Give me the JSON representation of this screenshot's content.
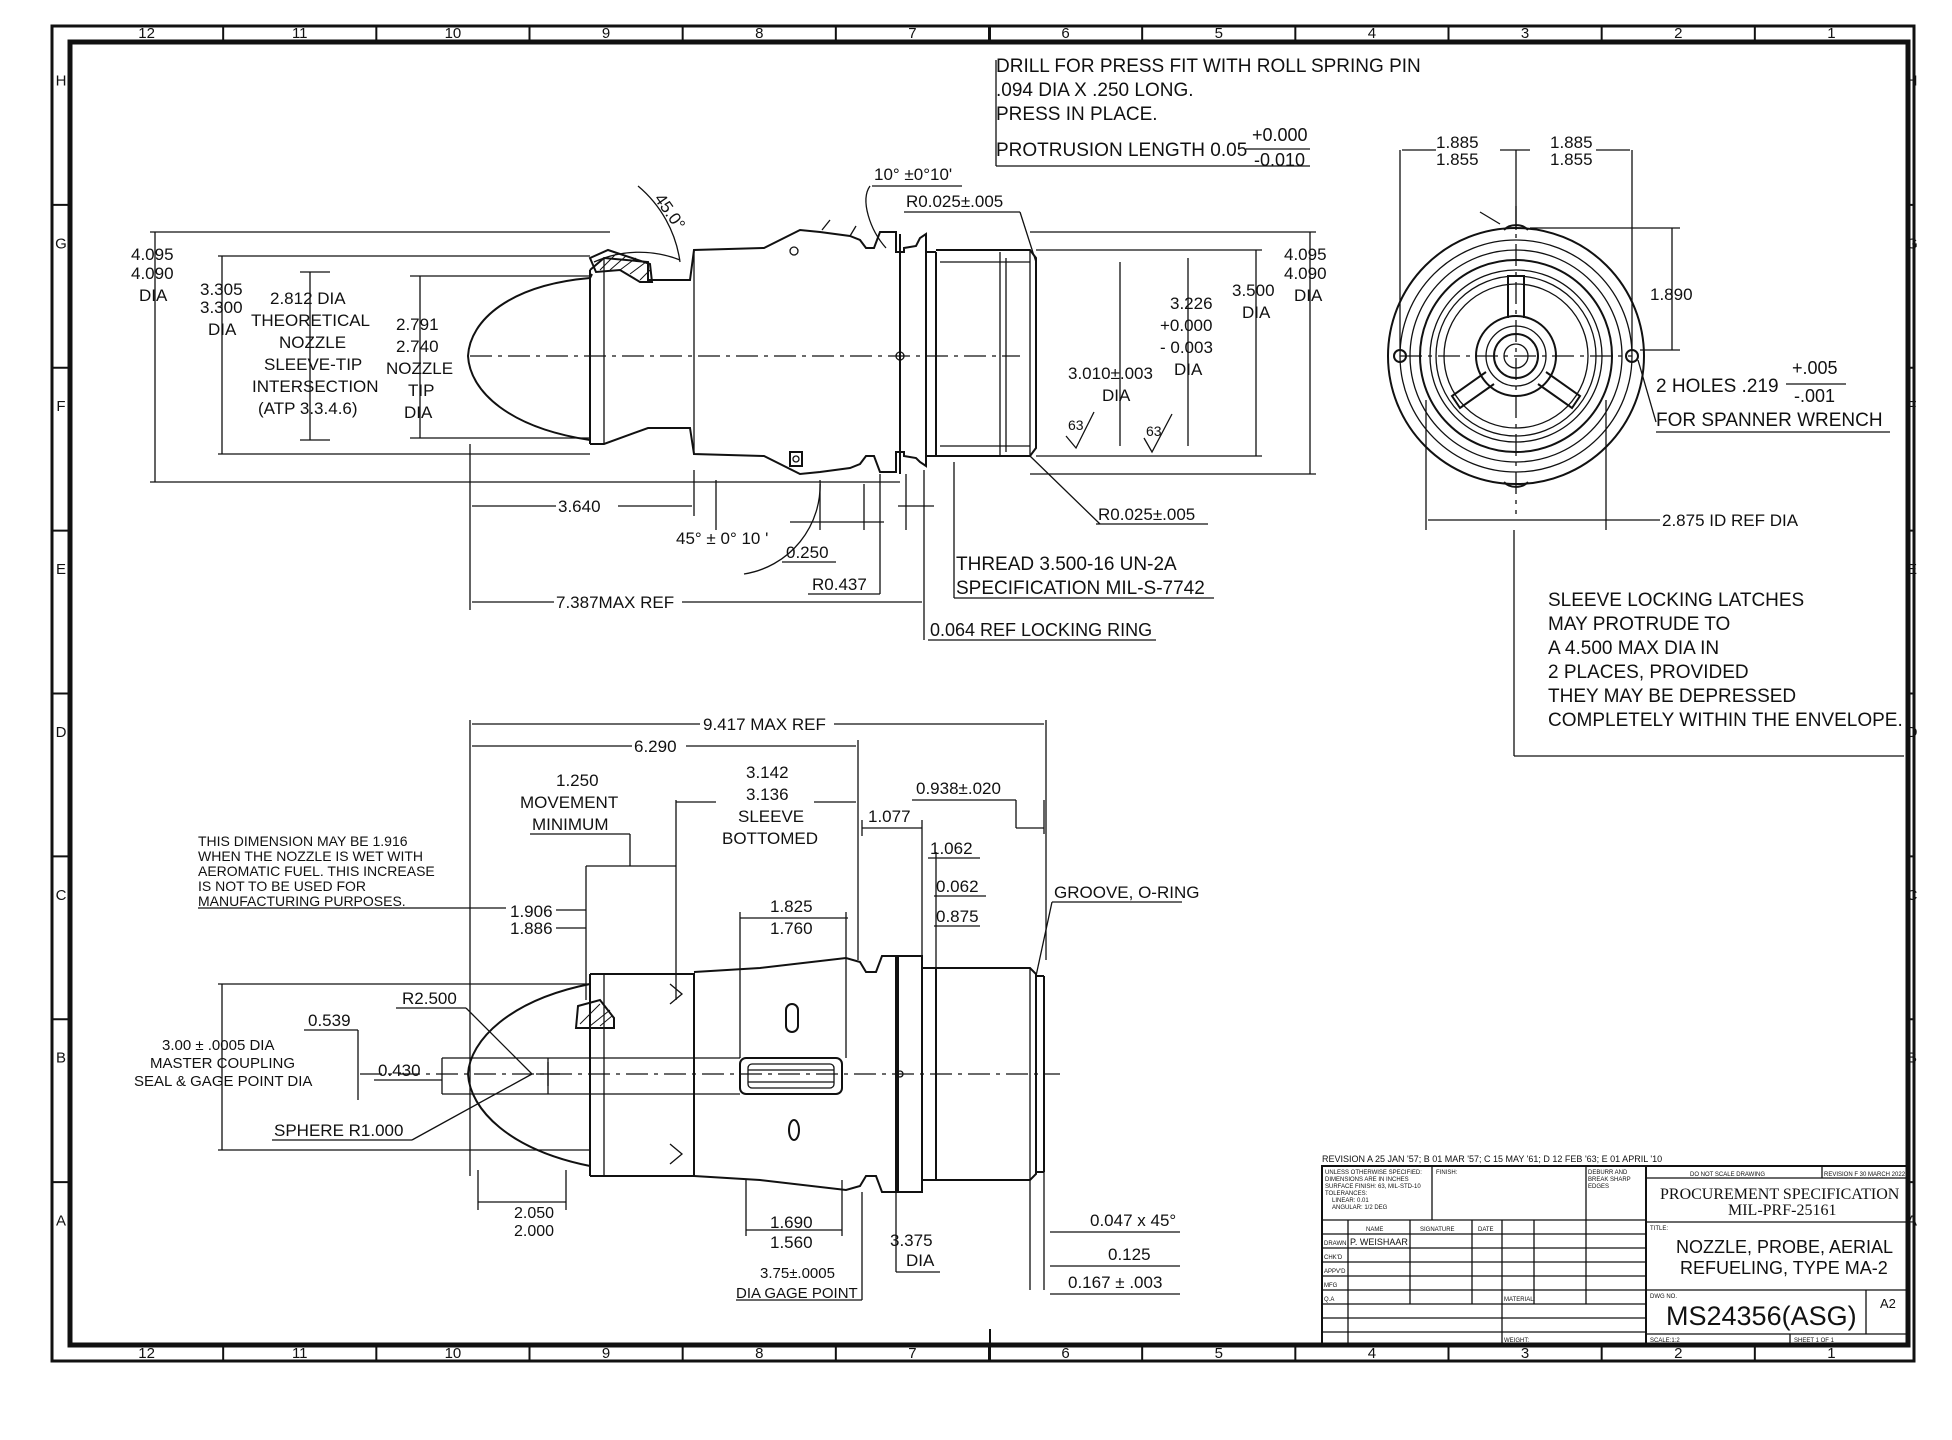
{
  "border": {
    "columns_top": [
      "12",
      "11",
      "10",
      "9",
      "8",
      "7",
      "6",
      "5",
      "4",
      "3",
      "2",
      "1"
    ],
    "columns_bottom": [
      "12",
      "11",
      "10",
      "9",
      "8",
      "7",
      "6",
      "5",
      "4",
      "3",
      "2",
      "1"
    ],
    "rows_left": [
      "H",
      "G",
      "F",
      "E",
      "D",
      "C",
      "B",
      "A"
    ],
    "rows_right": [
      "H",
      "G",
      "F",
      "E",
      "D",
      "C",
      "B",
      "A"
    ]
  },
  "notes": {
    "drill_1": "DRILL FOR PRESS FIT WITH ROLL SPRING PIN",
    "drill_2": ".094 DIA X .250 LONG.",
    "drill_3": "PRESS IN PLACE.",
    "protrusion_label": "PROTRUSION LENGTH 0.05",
    "protrusion_plus": "+0.000",
    "protrusion_minus": "-0.010",
    "sleeve_1": "SLEEVE LOCKING LATCHES",
    "sleeve_2": "MAY PROTRUDE TO",
    "sleeve_3": "A 4.500 MAX DIA IN",
    "sleeve_4": "2 PLACES, PROVIDED",
    "sleeve_5": "THEY MAY BE  DEPRESSED",
    "sleeve_6": "COMPLETELY WITHIN THE ENVELOPE.",
    "wet_1": "THIS DIMENSION MAY BE 1.916",
    "wet_2": "WHEN THE NOZZLE IS WET WITH",
    "wet_3": "AEROMATIC FUEL. THIS INCREASE",
    "wet_4": "IS NOT TO BE USED FOR",
    "wet_5": "MANUFACTURING PURPOSES."
  },
  "top_view": {
    "dia_4095": "4.095",
    "dia_4090": "4.090",
    "dia_word": "DIA",
    "d3305": "3.305",
    "d3300": "3.300",
    "d3300_dia": "DIA",
    "theo_1": "2.812 DIA",
    "theo_2": "THEORETICAL",
    "theo_3": "NOZZLE",
    "theo_4": "SLEEVE-TIP",
    "theo_5": "INTERSECTION",
    "theo_6": "(ATP 3.3.4.6)",
    "tip_1": "2.791",
    "tip_2": "2.740",
    "tip_3": "NOZZLE",
    "tip_4": "TIP",
    "tip_5": "DIA",
    "angle_45": "45.0°",
    "angle_10": "10° ±0°10'",
    "r0025_top": "R0.025±.005",
    "d3226": "3.226",
    "d3226_plus": "+0.000",
    "d3226_minus": "- 0.003",
    "d3226_dia": "DIA",
    "d3010": "3.010±.003",
    "d3010_dia": "DIA",
    "d3500": "3.500",
    "d3500_dia": "DIA",
    "r_4095": "4.095",
    "r_4090": "4.090",
    "r_dia": "DIA",
    "finish_1": "63",
    "finish_2": "63",
    "len_3640": "3.640",
    "angle_45b": "45° ± 0° 10 '",
    "d0250": "0.250",
    "r0437": "R0.437",
    "r0025_bot": "R0.025±.005",
    "thread_1": "THREAD 3.500-16 UN-2A",
    "thread_2": "SPECIFICATION MIL-S-7742",
    "len_7387": "7.387MAX REF",
    "locking_ring": "0.064 REF LOCKING RING"
  },
  "end_view": {
    "d1885a": "1.885",
    "d1855a": "1.855",
    "d1885b": "1.885",
    "d1855b": "1.855",
    "d1890": "1.890",
    "holes": "2 HOLES  .219",
    "holes_plus": "+.005",
    "holes_minus": "-.001",
    "spanner": "FOR SPANNER WRENCH",
    "id_ref": "2.875 ID REF DIA"
  },
  "bottom_view": {
    "d9417": "9.417 MAX REF",
    "d6290": "6.290",
    "move_1": "1.250",
    "move_2": "MOVEMENT",
    "move_3": "MINIMUM",
    "sleeve_1": "3.142",
    "sleeve_2": "3.136",
    "sleeve_3": "SLEEVE",
    "sleeve_4": "BOTTOMED",
    "d0938": "0.938±.020",
    "d1077": "1.077",
    "d1062": "1.062",
    "d0062": "0.062",
    "d0875": "0.875",
    "groove": "GROOVE, O-RING",
    "d1906": "1.906",
    "d1886": "1.886",
    "d1825": "1.825",
    "d1760": "1.760",
    "r2500": "R2.500",
    "d0539": "0.539",
    "d0430": "0.430",
    "master_1": "3.00 ± .0005 DIA",
    "master_2": "MASTER COUPLING",
    "master_3": "SEAL & GAGE POINT DIA",
    "sphere": "SPHERE  R1.000",
    "d2050": "2.050",
    "d2000": "2.000",
    "d1690": "1.690",
    "d1560": "1.560",
    "d3375": "3.375",
    "d3375_dia": "DIA",
    "gage_1": "3.75±.0005",
    "gage_2": "DIA GAGE POINT",
    "chamfer": "0.047 x 45°",
    "d0125": "0.125",
    "d0167": "0.167 ± .003"
  },
  "title_block": {
    "revision": "REVISION A 25 JAN '57; B 01 MAR '57; C 15 MAY '61; D 12 FEB '63; E 01 APRIL '10",
    "unless_1": "UNLESS OTHERWISE SPECIFIED:",
    "unless_2": "DIMENSIONS ARE IN INCHES",
    "unless_3": "SURFACE FINISH: 63, MIL-STD-10",
    "unless_4": "TOLERANCES:",
    "unless_5": "LINEAR: 0.01",
    "unless_6": "ANGULAR: 1/2 DEG",
    "finish": "FINISH:",
    "deburr_1": "DEBURR AND",
    "deburr_2": "BREAK SHARP",
    "deburr_3": "EDGES",
    "do_not_scale": "DO NOT SCALE DRAWING",
    "revision_f": "REVISION F 30 MARCH 2022",
    "proc_1": "PROCUREMENT SPECIFICATION",
    "proc_2": "MIL-PRF-25161",
    "col_name": "NAME",
    "col_sig": "SIGNATURE",
    "col_date": "DATE",
    "row_drawn": "DRAWN",
    "drawn_name": "P. WEISHAAR",
    "row_chkd": "CHK'D",
    "row_appvd": "APPV'D",
    "row_mfg": "MFG",
    "row_qa": "Q.A",
    "title_label": "TITLE:",
    "title_1": "NOZZLE, PROBE, AERIAL",
    "title_2": "REFUELING, TYPE MA-2",
    "material": "MATERIAL:",
    "dwg_no_label": "DWG NO.",
    "dwg_no": "MS24356(ASG)",
    "size": "A2",
    "weight": "WEIGHT:",
    "scale": "SCALE:1:2",
    "sheet": "SHEET 1 OF 1"
  }
}
